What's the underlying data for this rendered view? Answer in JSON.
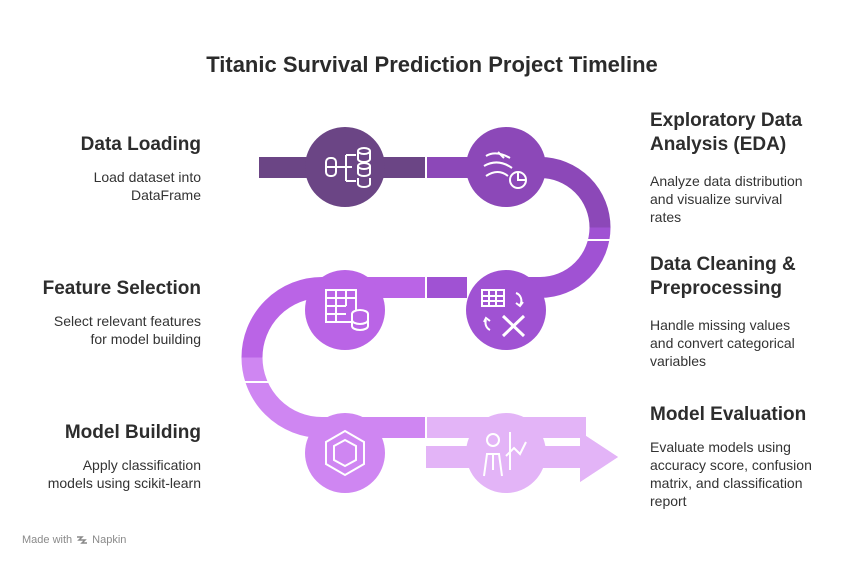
{
  "title": "Titanic Survival Prediction Project Timeline",
  "steps": [
    {
      "title": "Data Loading",
      "desc": [
        "Load dataset into",
        "DataFrame"
      ],
      "icon": "database-flow-icon",
      "color": "#6b4585"
    },
    {
      "title": [
        "Exploratory Data",
        "Analysis (EDA)"
      ],
      "desc": [
        "Analyze data distribution",
        "and visualize survival",
        "rates"
      ],
      "icon": "data-flow-chart-icon",
      "color": "#8c48b8"
    },
    {
      "title": [
        "Data Cleaning &",
        "Preprocessing"
      ],
      "desc": [
        "Handle missing values",
        "and convert categorical",
        "variables"
      ],
      "icon": "table-transform-icon",
      "color": "#a052d3"
    },
    {
      "title": "Feature Selection",
      "desc": [
        "Select relevant features",
        "for model building"
      ],
      "icon": "table-database-icon",
      "color": "#ba64e6"
    },
    {
      "title": "Model Building",
      "desc": [
        "Apply classification",
        "models using scikit-learn"
      ],
      "icon": "hexagon-model-icon",
      "color": "#cf86f2"
    },
    {
      "title": "Model Evaluation",
      "desc": [
        "Evaluate models using",
        "accuracy score, confusion",
        "matrix, and classification",
        "report"
      ],
      "icon": "presenter-chart-icon",
      "color": "#e3b4f7"
    }
  ],
  "footer": {
    "made_with": "Made with",
    "brand": "Napkin"
  }
}
